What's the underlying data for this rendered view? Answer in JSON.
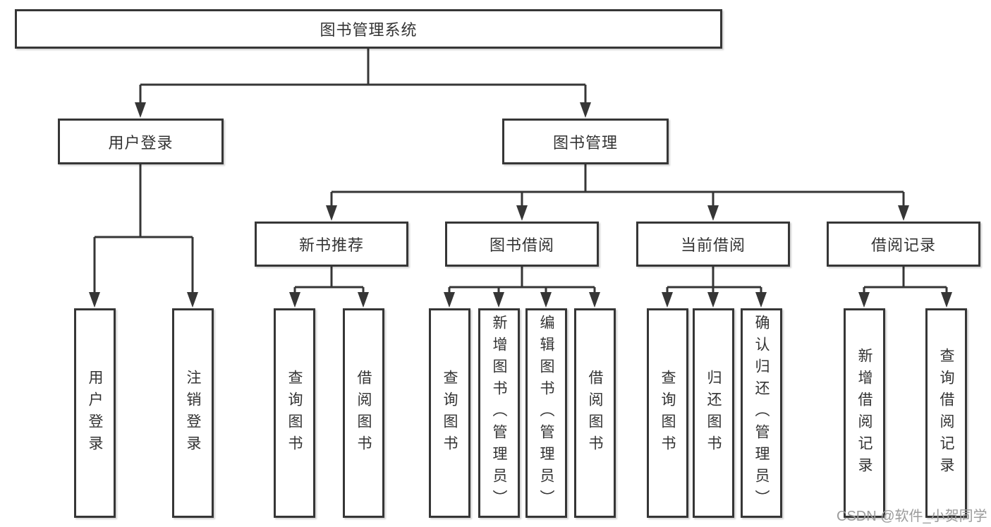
{
  "tree": {
    "label": "图书管理系统",
    "children": [
      {
        "label": "用户登录",
        "children": [
          {
            "label": "用户登录"
          },
          {
            "label": "注销登录"
          }
        ]
      },
      {
        "label": "图书管理",
        "children": [
          {
            "label": "新书推荐",
            "children": [
              {
                "label": "查询图书"
              },
              {
                "label": "借阅图书"
              }
            ]
          },
          {
            "label": "图书借阅",
            "children": [
              {
                "label": "查询图书"
              },
              {
                "label": "新增图书（管理员）"
              },
              {
                "label": "编辑图书（管理员）"
              },
              {
                "label": "借阅图书"
              }
            ]
          },
          {
            "label": "当前借阅",
            "children": [
              {
                "label": "查询图书"
              },
              {
                "label": "归还图书"
              },
              {
                "label": "确认归还（管理员）"
              }
            ]
          },
          {
            "label": "借阅记录",
            "children": [
              {
                "label": "新增借阅记录"
              },
              {
                "label": "查询借阅记录"
              }
            ]
          }
        ]
      }
    ]
  },
  "watermark": {
    "text": "CSDN @软件_小贺同学"
  },
  "colors": {
    "line": "#363636",
    "box_border": "#363636",
    "box_fill": "#ffffff",
    "label_text": "#333333",
    "watermark_text": "#9b9b9b",
    "background": "#ffffff"
  }
}
